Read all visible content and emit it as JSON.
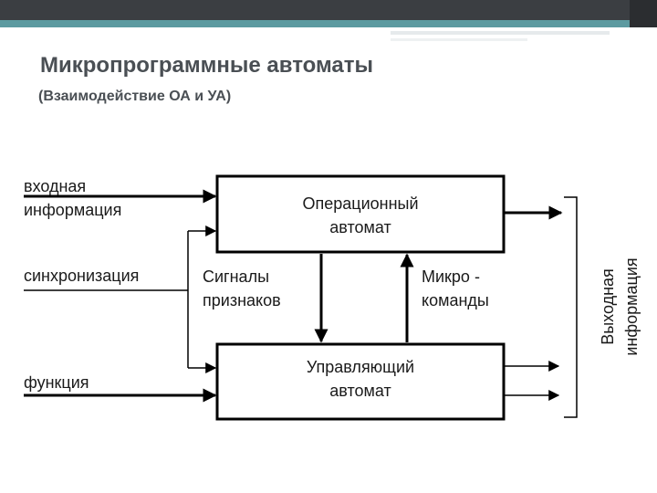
{
  "slide": {
    "title": "Микропрограммные автоматы",
    "subtitle": "(Взаимодействие ОА и УА)"
  },
  "diagram": {
    "inputs": {
      "input_info_line1": "входная",
      "input_info_line2": "информация",
      "sync": "синхронизация",
      "function": "функция"
    },
    "operational_block": {
      "line1": "Операционный",
      "line2": "автомат"
    },
    "control_block": {
      "line1": "Управляющий",
      "line2": "автомат"
    },
    "flag_signals": {
      "line1": "Сигналы",
      "line2": "признаков"
    },
    "micro_commands": {
      "line1": "Микро -",
      "line2": "команды"
    },
    "output_info": {
      "line1": "Выходная",
      "line2": "информация"
    }
  }
}
